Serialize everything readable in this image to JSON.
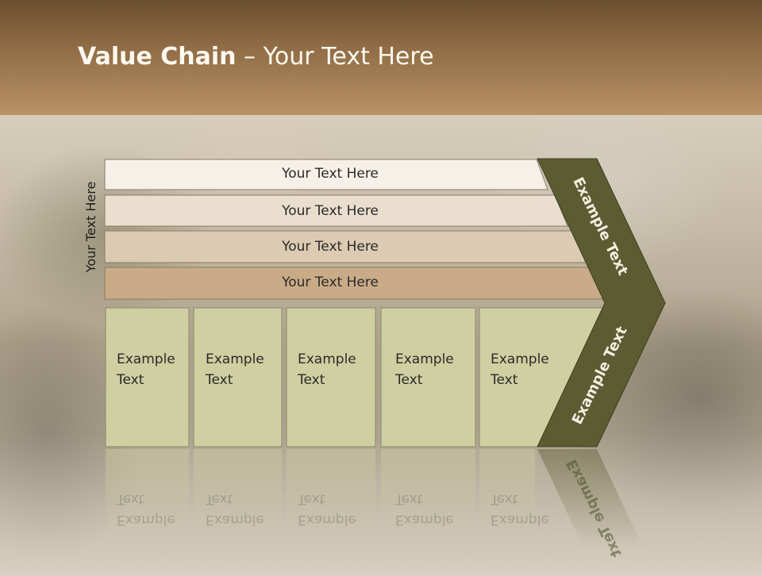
{
  "slide": {
    "title_bold": "Value Chain",
    "title_rest": " – Your Text Here",
    "vertical_label": "Your Text Here"
  },
  "rows": [
    {
      "label": "Your Text Here"
    },
    {
      "label": "Your Text Here"
    },
    {
      "label": "Your Text Here"
    },
    {
      "label": "Your Text Here"
    }
  ],
  "columns": [
    {
      "line1": "Example",
      "line2": "Text"
    },
    {
      "line1": "Example",
      "line2": "Text"
    },
    {
      "line1": "Example",
      "line2": "Text"
    },
    {
      "line1": "Example",
      "line2": "Text"
    },
    {
      "line1": "Example",
      "line2": "Text"
    }
  ],
  "chevron": {
    "upper_label": "Example Text",
    "lower_label": "Example Text"
  },
  "colors": {
    "header": "#8f6c45",
    "row_fills": [
      "#f6f0e8",
      "#eadfcf",
      "#dccbb2",
      "#c9ab87"
    ],
    "column_fill": "#cfcfa2",
    "chevron_fill": "#5c5c32"
  }
}
